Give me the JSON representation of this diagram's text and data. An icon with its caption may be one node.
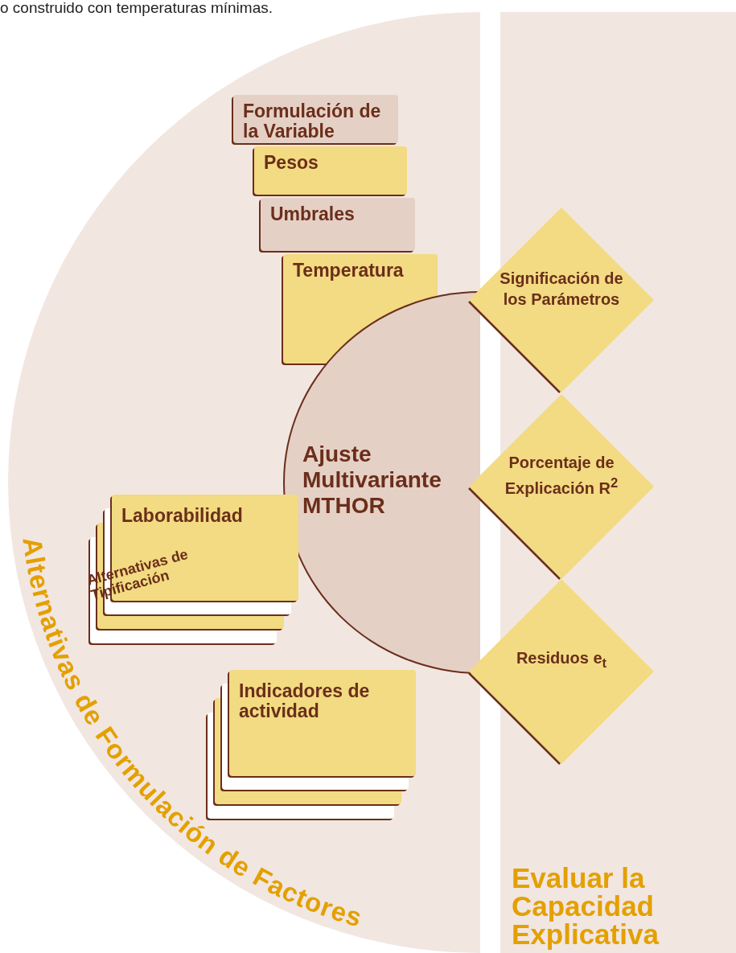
{
  "diagram": {
    "nodes": [
      {
        "text": [
          "Alternativas de Formulación de Factores"
        ]
      },
      {
        "text": [
          "Formulación de la Variable"
        ],
        "in": 0
      },
      {
        "text": [
          "Pesos"
        ],
        "in": 0
      },
      {
        "text": [
          "Umbrales"
        ],
        "in": 0
      },
      {
        "text": [
          "Temperatura"
        ],
        "in": 0
      },
      {
        "text": [
          "Ajuste Multivariante MTHOR"
        ],
        "in": 0
      },
      {
        "text": [
          "Laborabilidad"
        ],
        "in": 0
      },
      {
        "text": [
          "Indicadores de actividad"
        ],
        "in": 0
      },
      {
        "text": [
          "Evaluar la Capacidad Explicativa"
        ]
      },
      {
        "text": [
          "Significación de los Parámetros"
        ]
      },
      {
        "text": [
          "Porcentaje de Explicación R$^{2}$"
        ]
      },
      {
        "text": [
          "Residuos e$_{t}$"
        ]
      }
    ],
    "edges": [],
    "labels": [
      "o construido con temperaturas mínimas.",
      "Alternativas de Tipificación"
    ]
  }
}
